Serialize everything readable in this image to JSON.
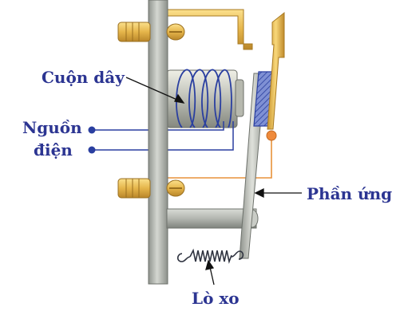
{
  "labels": {
    "coil": "Cuộn dây",
    "power_line1": "Nguồn",
    "power_line2": "điện",
    "armature": "Phần ứng",
    "spring": "Lò xo"
  },
  "colors": {
    "label_text": "#2c3592",
    "frame_metal": "#b5b8b2",
    "copper_wire": "#2a3fa0",
    "contact_gold": "#e8b94a",
    "signal_wire": "#e8923a",
    "insulator": "#5a6fbf"
  }
}
